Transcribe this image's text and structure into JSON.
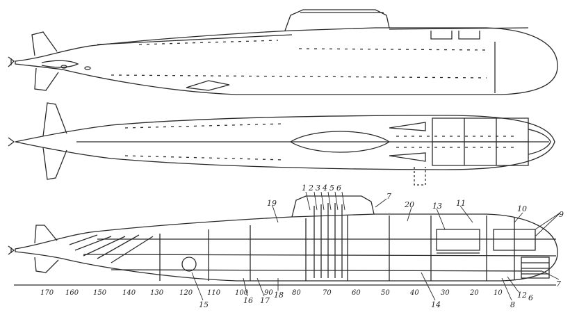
{
  "views": {
    "side_view": "side-elevation",
    "top_view": "plan-view",
    "section_view": "longitudinal-section"
  },
  "callouts": [
    "1",
    "2",
    "3",
    "4",
    "5",
    "6",
    "7",
    "20",
    "13",
    "11",
    "10",
    "9",
    "19",
    "7",
    "12",
    "8",
    "14",
    "18",
    "17",
    "16",
    "15",
    "6"
  ],
  "frame_scale": [
    "170",
    "160",
    "150",
    "140",
    "130",
    "120",
    "110",
    "100",
    "90",
    "80",
    "70",
    "60",
    "50",
    "40",
    "30",
    "20",
    "10"
  ],
  "colors": {
    "ink": "#2a2a2a",
    "paper": "#ffffff"
  }
}
